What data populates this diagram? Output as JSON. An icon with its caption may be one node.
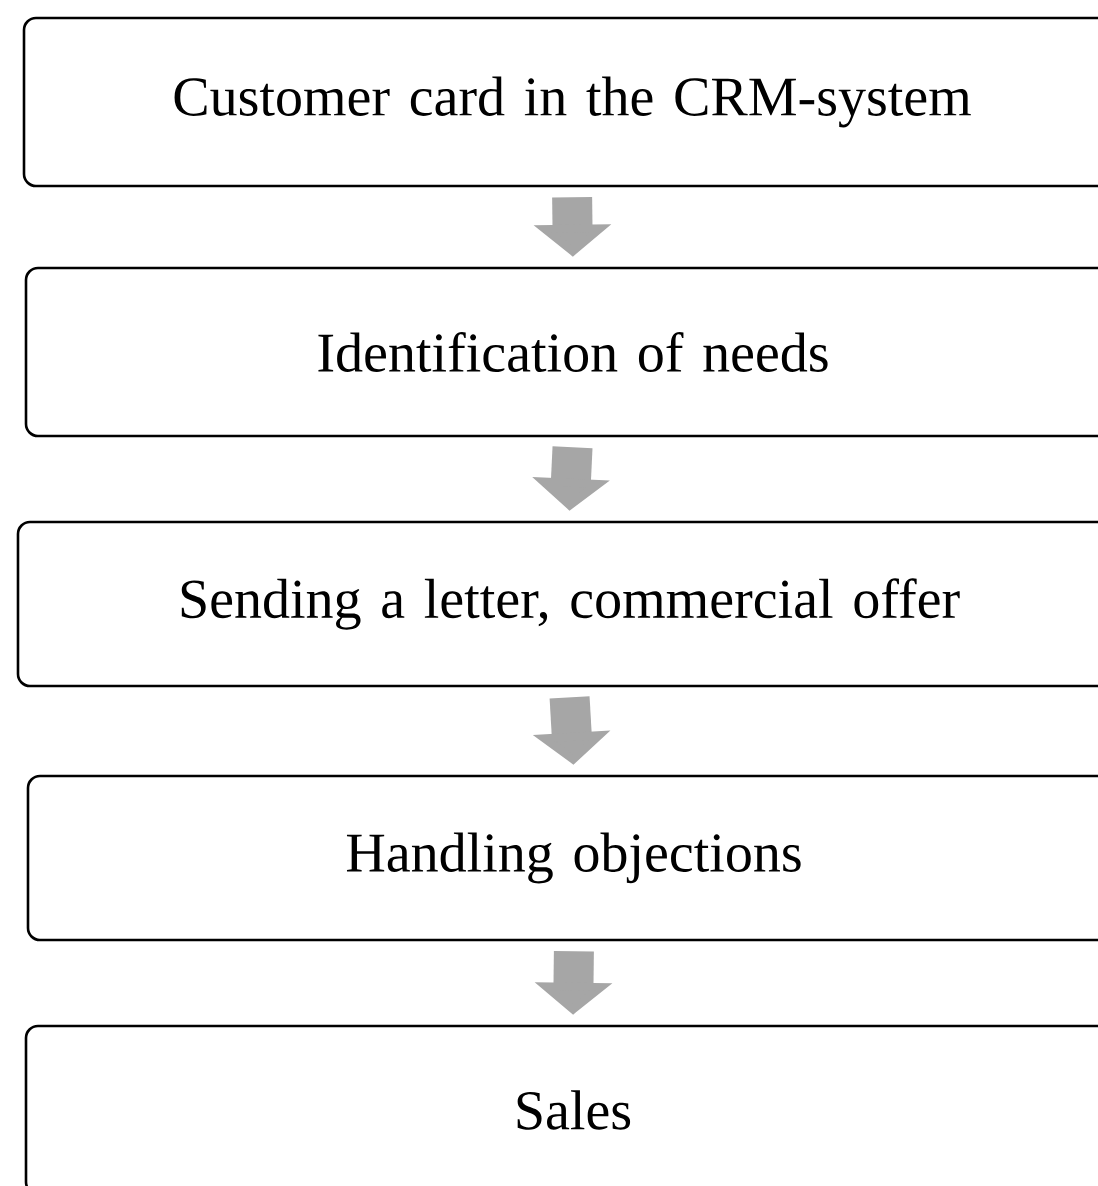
{
  "diagram": {
    "nodes": [
      {
        "text": [
          "Customer card in the CRM-system"
        ]
      },
      {
        "text": [
          "Identification of needs"
        ]
      },
      {
        "text": [
          "Sending a letter, commercial offer"
        ]
      },
      {
        "text": [
          "Handling objections"
        ]
      },
      {
        "text": [
          "Sales"
        ]
      }
    ],
    "edges": [
      {
        "from": 0,
        "to": 1,
        "arrow": "to"
      },
      {
        "from": 1,
        "to": 2,
        "arrow": "to"
      },
      {
        "from": 2,
        "to": 3,
        "arrow": "to"
      },
      {
        "from": 3,
        "to": 4,
        "arrow": "to"
      }
    ]
  }
}
